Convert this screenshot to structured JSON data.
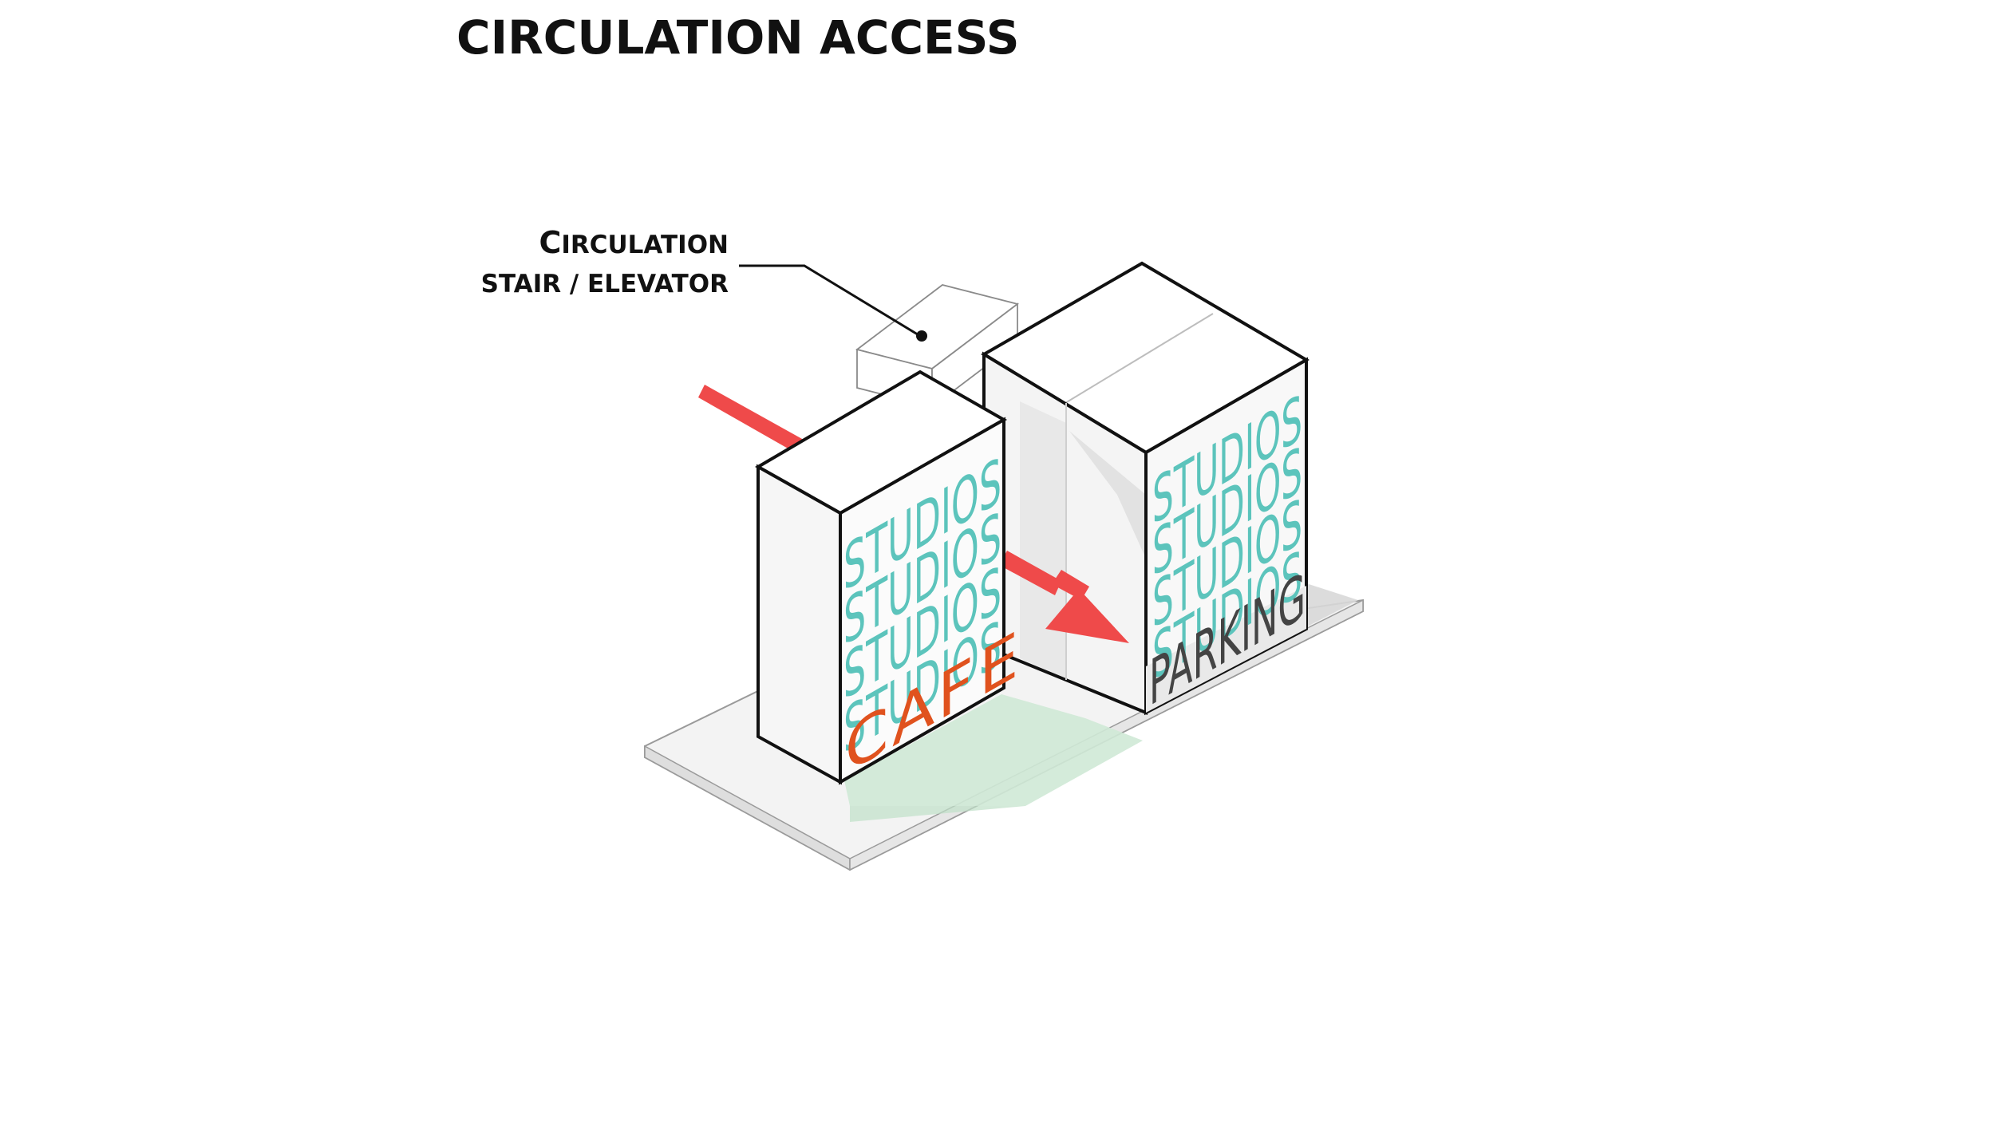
{
  "title": "CIRCULATION ACCESS",
  "callout": {
    "line1_first": "C",
    "line1_rest": "IRCULATION",
    "line2": "STAIR / ELEVATOR"
  },
  "left_building": {
    "studio_lines": [
      "STUDIOS",
      "STUDIOS",
      "STUDIOS",
      "STUDIOS"
    ],
    "cafe_letters": [
      "C",
      "A",
      "F",
      "E"
    ]
  },
  "right_building": {
    "studio_lines": [
      "STUDIOS",
      "STUDIOS",
      "STUDIOS",
      "STUDIOS"
    ],
    "parking_label": "PARKING"
  },
  "colors": {
    "studios": "#5cc4bc",
    "cafe": "#e0521e",
    "parking": "#444444",
    "arrow": "#ef4a4a",
    "courtyard": "#d4ecd9",
    "site": "#f2f2f2",
    "outline": "#111111"
  }
}
